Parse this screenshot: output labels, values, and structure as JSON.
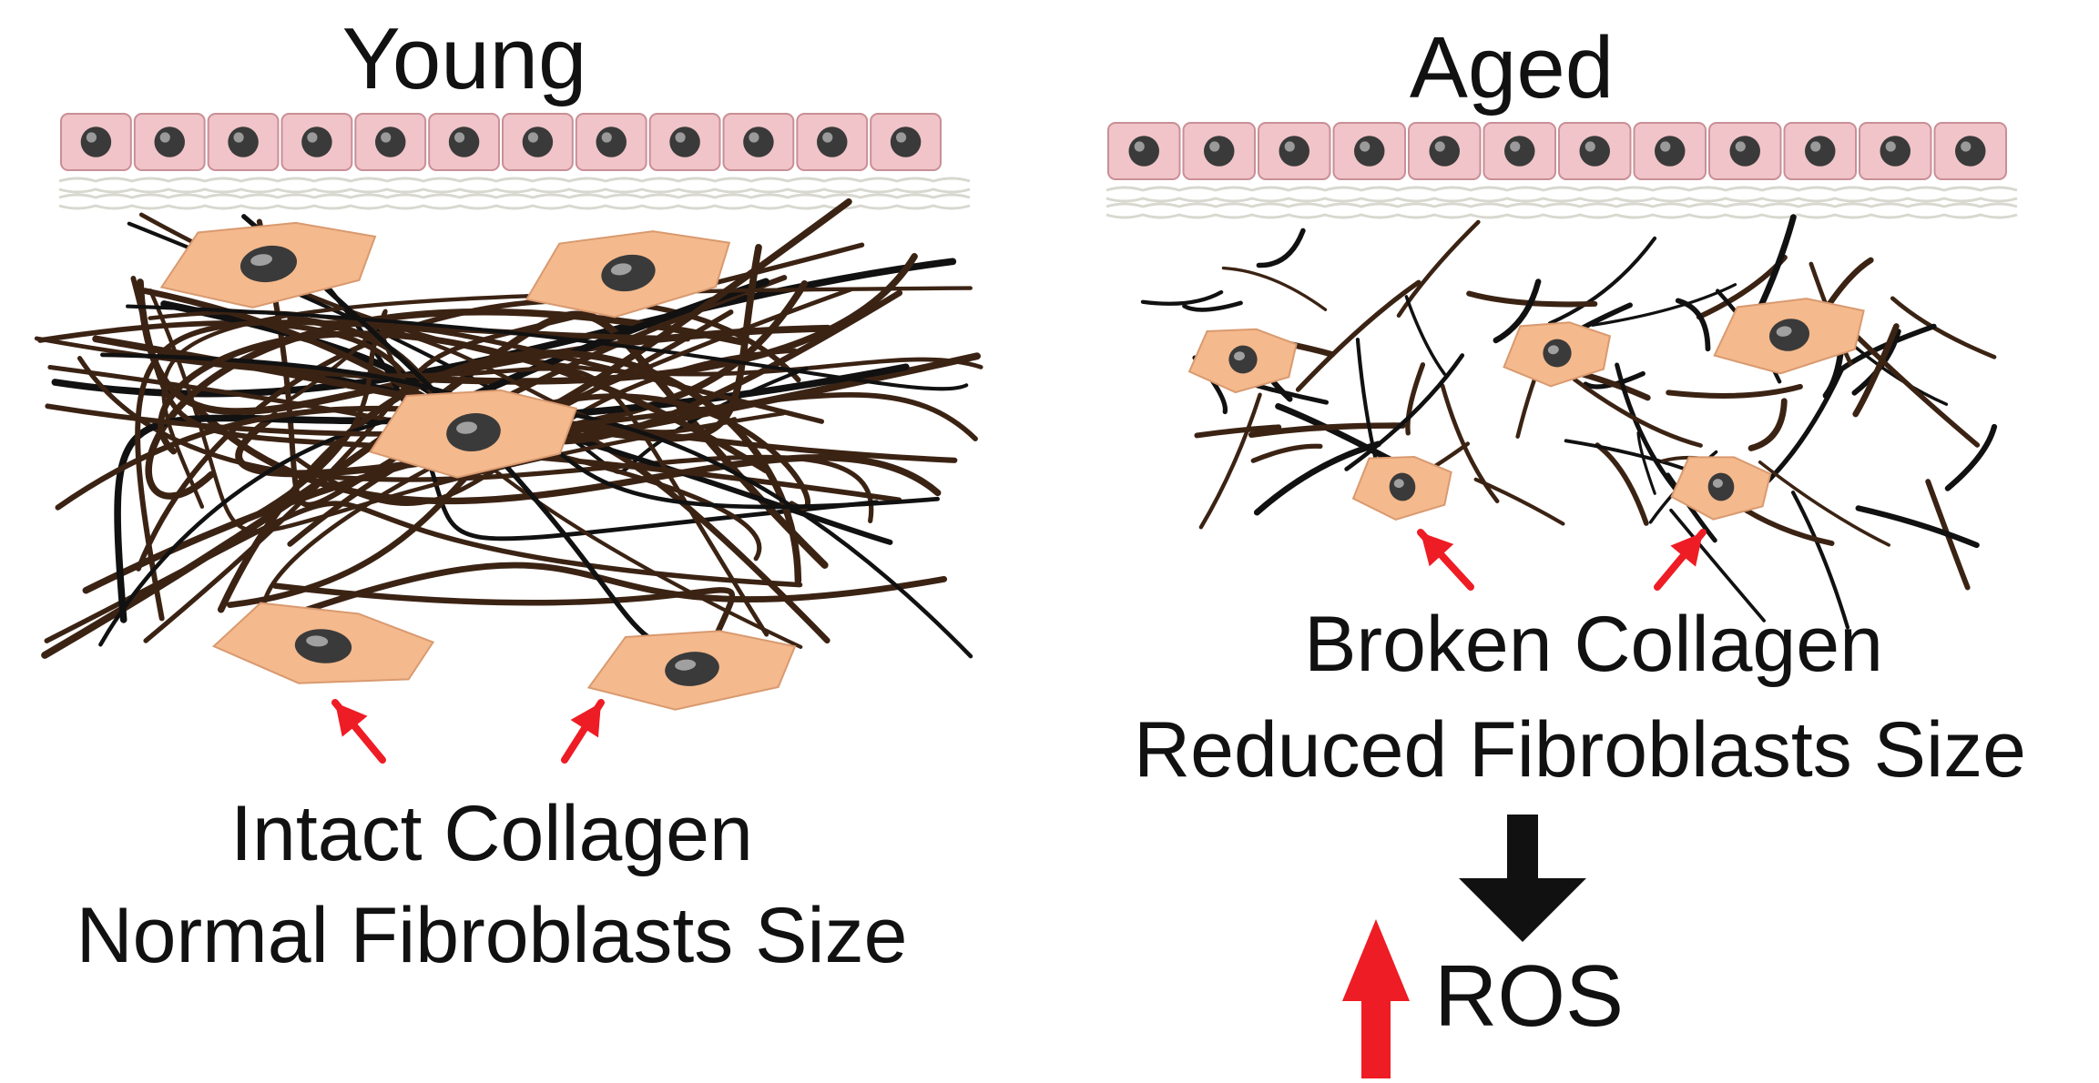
{
  "panels": {
    "young": {
      "title": "Young",
      "caption_line1": "Intact Collagen",
      "caption_line2": "Normal Fibroblasts Size"
    },
    "aged": {
      "title": "Aged",
      "caption_line1": "Broken Collagen",
      "caption_line2": "Reduced Fibroblasts Size"
    }
  },
  "outcome": {
    "label": "ROS",
    "direction_icon": "up-arrow-icon"
  },
  "colors": {
    "epithelium": "#f0c4c8",
    "epithelium_border": "#c98f96",
    "nucleus": "#3a3a3a",
    "fibroblast": "#f4b98c",
    "collagen_brown": "#3b2314",
    "collagen_black": "#111111",
    "pointer_red": "#ee1c24",
    "flow_arrow": "#111111",
    "basement": "#d8d8d0"
  }
}
